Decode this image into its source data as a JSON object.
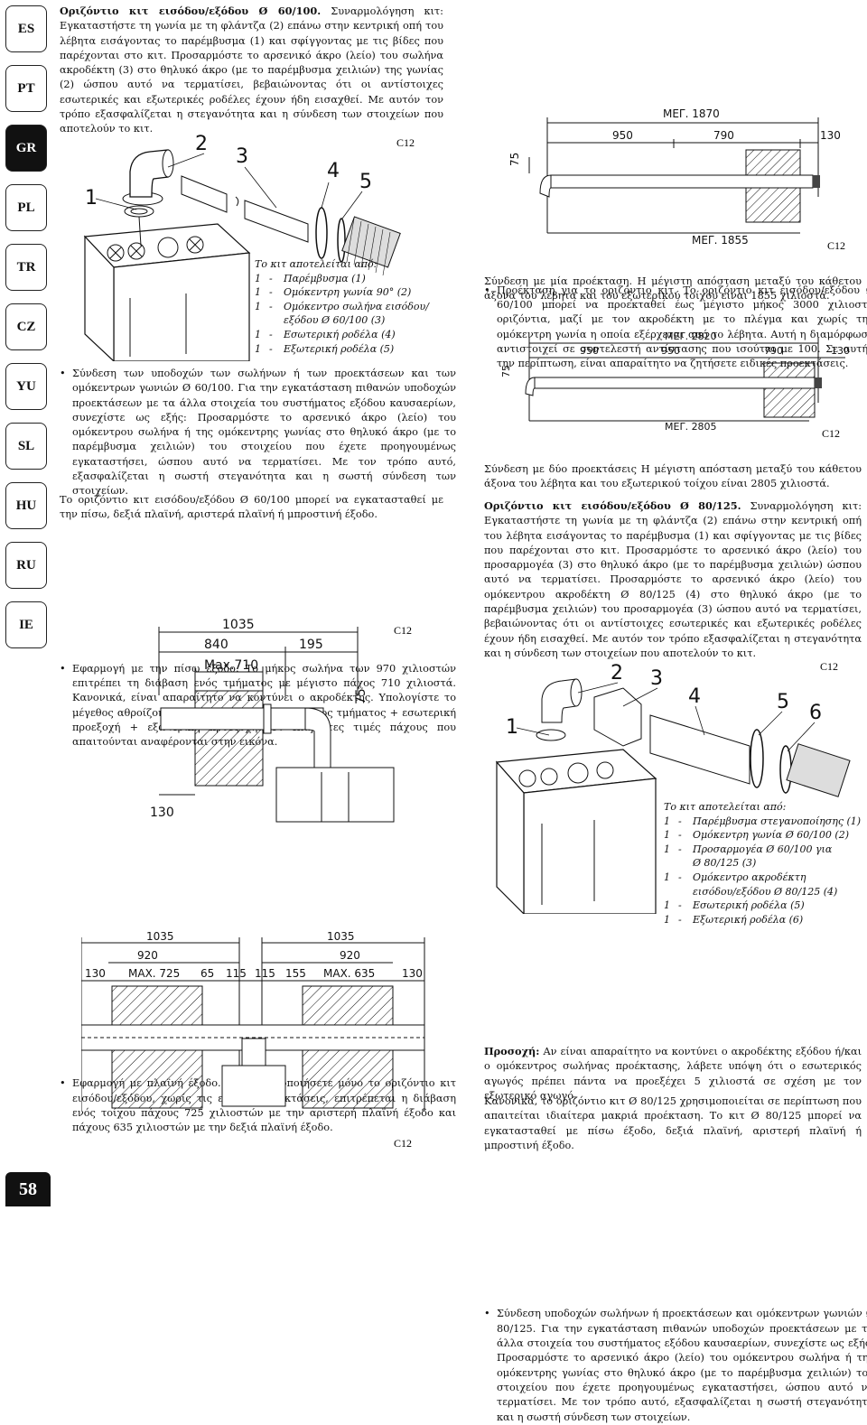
{
  "tabs": [
    {
      "code": "ES",
      "active": false
    },
    {
      "code": "PT",
      "active": false
    },
    {
      "code": "GR",
      "active": true
    },
    {
      "code": "PL",
      "active": false
    },
    {
      "code": "TR",
      "active": false
    },
    {
      "code": "CZ",
      "active": false
    },
    {
      "code": "YU",
      "active": false
    },
    {
      "code": "SL",
      "active": false
    },
    {
      "code": "HU",
      "active": false
    },
    {
      "code": "RU",
      "active": false
    },
    {
      "code": "IE",
      "active": false
    }
  ],
  "page_number": "58",
  "left": {
    "intro_title": "Οριζόντιο κιτ εισόδου/εξόδου Ø 60/100.",
    "intro_text": "Συναρμολόγηση κιτ: Εγκαταστήστε τη γωνία με τη φλάντζα (2) επάνω στην κεντρική οπή του λέβητα εισάγοντας το παρέμβυσμα (1) και σφίγγοντας με τις βίδες που παρέχονται στο κιτ. Προσαρμόστε το αρσενικό άκρο (λείο) του σωλήνα ακροδέκτη (3) στο θηλυκό άκρο (με το παρέμβυσμα χειλιών) της γωνίας (2) ώσπου αυτό να τερματίσει, βεβαιώνοντας ότι οι αντίστοιχες εσωτερικές και εξωτερικές ροδέλες έχουν ήδη εισαχθεί. Με αυτόν τον τρόπο εξασφαλίζεται η στεγανότητα και η σύνδεση των στοιχείων που αποτελούν το κιτ.",
    "fig1": {
      "labels": [
        "1",
        "2",
        "3",
        "4",
        "5"
      ],
      "code": "C12"
    },
    "kit_title": "Το κιτ αποτελείται από:",
    "kit_items": [
      {
        "n": "1",
        "text": "Παρέμβυσμα (1)"
      },
      {
        "n": "1",
        "text": "Ομόκεντρη γωνία 90° (2)"
      },
      {
        "n": "1",
        "text": "Ομόκεντρο σωλήνα εισόδου/"
      },
      {
        "n": "",
        "text": "εξόδου Ø 60/100 (3)"
      },
      {
        "n": "1",
        "text": "Εσωτερική ροδέλα (4)"
      },
      {
        "n": "1",
        "text": "Εξωτερική ροδέλα (5)"
      }
    ],
    "bullet1": "Σύνδεση των υποδοχών των σωλήνων ή των προεκτάσεων και των ομόκεντρων γωνιών Ø 60/100. Για την εγκατάσταση πιθανών υποδοχών προεκτάσεων με τα άλλα στοιχεία του συστήματος εξόδου καυσαερίων, συνεχίστε ως εξής: Προσαρμόστε το αρσενικό άκρο (λείο) του ομόκεντρου σωλήνα ή της ομόκεντρης γωνίας στο θηλυκό άκρο (με το παρέμβυσμα χειλιών) του στοιχείου που έχετε προηγουμένως εγκαταστήσει, ώσπου αυτό να τερματίσει. Με τον τρόπο αυτό, εξασφαλίζεται η σωστή στεγανότητα και η σωστή σύνδεση των στοιχείων.",
    "para2": "Το οριζόντιο κιτ εισόδου/εξόδου Ø 60/100 μπορεί να εγκατασταθεί με την πίσω, δεξιά πλαϊνή, αριστερά πλαϊνή ή μπροστινή έξοδο.",
    "bullet2": "Εφαρμογή με την πίσω έξοδο. Το μήκος σωλήνα των 970 χιλιοστών επιτρέπει τη διάβαση ενός τμήματος με μέγιστο πάχος 710 χιλιοστά. Κανονικά, είναι απαραίτητο να κοντύνει ο ακροδέκτης. Υπολογίστε το μέγεθος αθροίζοντας τις ακόλουθες τιμές: Πάχος τμήματος + εσωτερική προεξοχή + εξωτερική προεξοχή. Οι ελάχιστες τιμές πάχους που απαιτούνται αναφέρονται στην εικόνα.",
    "fig2": {
      "d1": "1035",
      "d2": "840",
      "d3": "195",
      "d4": "Max.710",
      "d5": "75",
      "d6": "130",
      "code": "C12"
    },
    "bullet3": "Εφαρμογή με πλαϊνή έξοδο. Αν χρησιμοποιήσετε μόνο το οριζόντιο κιτ εισόδου/εξόδου, χωρίς τις ειδικές προεκτάσεις, επιτρέπεται η διάβαση ενός τοίχου πάχους 725 χιλιοστών με την αριστερή πλαϊνή έξοδο και πάχους 635 χιλιοστών με την δεξιά πλαϊνή έξοδο.",
    "fig3": {
      "top_l": "1035",
      "top_r": "1035",
      "mid_l": "920",
      "mid_r": "920",
      "row": [
        "130",
        "MAX. 725",
        "65",
        "115",
        "115",
        "155",
        "MAX. 635",
        "130"
      ],
      "code": "C12"
    }
  },
  "right": {
    "bullet_ext": "Προέκταση για το οριζόντιο κιτ. Το οριζόντιο κιτ εισόδου/εξόδου Ø 60/100 μπορεί να προεκταθεί έως μέγιστο μήκος 3000 χιλιοστά οριζόντια, μαζί με τον ακροδέκτη με το πλέγμα και χωρίς την ομόκεντρη γωνία η οποία εξέρχεται από το λέβητα. Αυτή η διαμόρφωση αντιστοιχεί σε συντελεστή αντίστασης που ισούται με 100. Σε αυτήν την περίπτωση, είναι απαραίτητο να ζητήσετε ειδικές προεκτάσεις.",
    "fig4": {
      "max_top": "ΜΕΓ. 1870",
      "d1": "950",
      "d2": "790",
      "d3": "130",
      "d4": "75",
      "max_bottom": "ΜΕΓ. 1855",
      "code": "C12"
    },
    "cap4": "Σύνδεση με μία προέκταση. Η μέγιστη απόσταση μεταξύ του κάθετου άξονα του λέβητα και του εξωτερικού τοίχου είναι 1855 χιλιοστά.",
    "fig5": {
      "max_top": "ΜΕΓ. 2820",
      "d1": "950",
      "d2": "950",
      "d3": "790",
      "d4": "130",
      "d5": "75",
      "max_bottom": "ΜΕΓ. 2805",
      "code": "C12"
    },
    "cap5": "Σύνδεση με δύο προεκτάσεις Η μέγιστη απόσταση μεταξύ του κάθετου άξονα του λέβητα και του εξωτερικού τοίχου είναι 2805 χιλιοστά.",
    "p125_title": "Οριζόντιο κιτ εισόδου/εξόδου Ø 80/125.",
    "p125_text": "Συναρμολόγηση κιτ: Εγκαταστήστε τη γωνία με τη φλάντζα (2) επάνω στην κεντρική οπή του λέβητα εισάγοντας το παρέμβυσμα (1) και σφίγγοντας με τις βίδες που παρέχονται στο κιτ. Προσαρμόστε το αρσενικό άκρο (λείο) του προσαρμογέα (3) στο θηλυκό άκρο (με το παρέμβυσμα χειλιών) ώσπου αυτό να τερματίσει. Προσαρμόστε το αρσενικό άκρο (λείο) του ομόκεντρου ακροδέκτη Ø 80/125 (4) στο θηλυκό άκρο (με το παρέμβυσμα χειλιών) του προσαρμογέα (3) ώσπου αυτό να τερματίσει, βεβαιώνοντας ότι οι αντίστοιχες εσωτερικές και εξωτερικές ροδέλες έχουν ήδη εισαχθεί. Με αυτόν τον τρόπο εξασφαλίζεται η στεγανότητα και η σύνδεση των στοιχείων που αποτελούν το κιτ.",
    "fig6": {
      "labels": [
        "1",
        "2",
        "3",
        "4",
        "5",
        "6"
      ],
      "code": "C12"
    },
    "kit_title": "Το κιτ αποτελείται από:",
    "kit_items": [
      {
        "n": "1",
        "text": "Παρέμβυσμα στεγανοποίησης (1)"
      },
      {
        "n": "1",
        "text": "Ομόκεντρη γωνία Ø 60/100 (2)"
      },
      {
        "n": "1",
        "text": "Προσαρμογέα Ø 60/100 για"
      },
      {
        "n": "",
        "text": "Ø 80/125 (3)"
      },
      {
        "n": "1",
        "text": "Ομόκεντρο ακροδέκτη"
      },
      {
        "n": "",
        "text": "εισόδου/εξόδου Ø 80/125 (4)"
      },
      {
        "n": "1",
        "text": "Εσωτερική ροδέλα (5)"
      },
      {
        "n": "1",
        "text": "Εξωτερική ροδέλα (6)"
      }
    ],
    "bullet_125": "Σύνδεση υποδοχών σωλήνων ή προεκτάσεων και ομόκεντρων γωνιών Ø 80/125. Για την εγκατάσταση πιθανών υποδοχών προεκτάσεων με τα άλλα στοιχεία του συστήματος εξόδου καυσαερίων, συνεχίστε ως εξής: Προσαρμόστε το αρσενικό άκρο (λείο) του ομόκεντρου σωλήνα ή της ομόκεντρης γωνίας στο θηλυκό άκρο (με το παρέμβυσμα χειλιών) του στοιχείου που έχετε προηγουμένως εγκαταστήσει, ώσπου αυτό να τερματίσει. Με τον τρόπο αυτό, εξασφαλίζεται η σωστή στεγανότητα και η σωστή σύνδεση των στοιχείων.",
    "warn_title": "Προσοχή:",
    "warn_text": "Αν είναι απαραίτητο να κοντύνει ο ακροδέκτης εξόδου ή/και ο ομόκεντρος σωλήνας προέκτασης, λάβετε υπόψη ότι ο εσωτερικός αγωγός πρέπει πάντα να προεξέχει 5 χιλιοστά σε σχέση με τον εξωτερικό αγωγό.",
    "final_text": "Κανονικά, το οριζόντιο κιτ Ø 80/125 χρησιμοποιείται σε περίπτωση που απαιτείται ιδιαίτερα μακριά προέκταση. Το κιτ Ø 80/125 μπορεί να εγκατασταθεί με πίσω έξοδο, δεξιά πλαϊνή, αριστερή πλαϊνή ή μπροστινή έξοδο."
  }
}
